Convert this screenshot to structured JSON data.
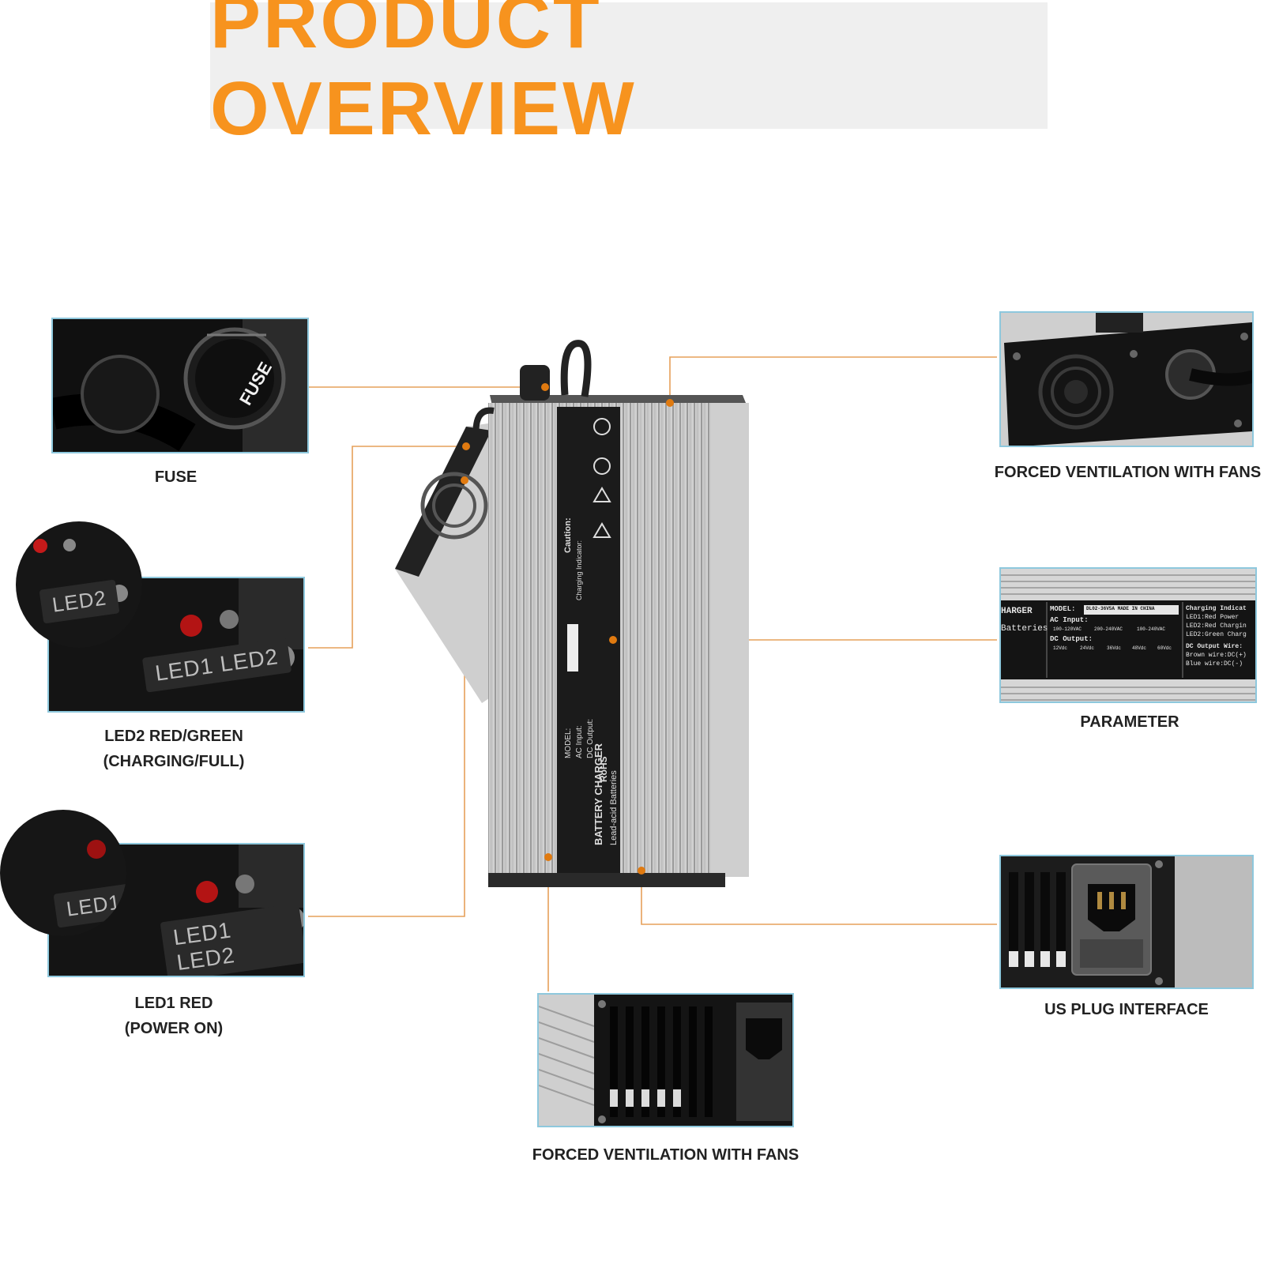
{
  "header": {
    "title": "PRODUCT  OVERVIEW"
  },
  "callouts": {
    "fuse": {
      "caption": "FUSE",
      "icon_text": "FUSE"
    },
    "led2": {
      "caption_line1": "LED2 RED/GREEN",
      "caption_line2": "(CHARGING/FULL)",
      "plate_small": "LED2",
      "plate": "LED1  LED2"
    },
    "led1": {
      "caption_line1": "LED1 RED",
      "caption_line2": "(POWER ON)",
      "plate_small": "LED1",
      "plate": "LED1  LED2"
    },
    "fan_top": {
      "caption": "FORCED VENTILATION WITH FANS"
    },
    "parameter": {
      "caption": "PARAMETER"
    },
    "us_plug": {
      "caption": "US PLUG INTERFACE"
    },
    "fan_bottom": {
      "caption": "FORCED VENTILATION WITH FANS"
    }
  },
  "charger_label": {
    "heading": "BATTERY CHARGER",
    "sub": "Lead-acid Batteries",
    "model": "MODEL:",
    "ac_input": "AC Input:",
    "dc_output": "DC Output:",
    "caution": "Caution:",
    "charging_indicator": "Charging Indicator:",
    "rohs": "RoHS"
  },
  "parameter_card": {
    "charger": "HARGER",
    "batteries": "Batteries",
    "model": "MODEL:",
    "model_value": "DL02-36V5A MADE IN CHINA",
    "ac_input": "AC Input:",
    "ac_opts": [
      "100-120VAC",
      "200-240VAC",
      "100-240VAC"
    ],
    "dc_output": "DC Output:",
    "volts": [
      "12Vdc",
      "24Vdc",
      "36Vdc",
      "48Vdc",
      "60Vdc"
    ],
    "charging_ind": "Charging Indicat",
    "led1": "LED1:Red Power",
    "led2": "LED2:Red Chargin",
    "led2b": "LED2:Green Charg",
    "dc_wire": "DC Output Wire:",
    "brown": "Brown wire:DC(+)",
    "blue": "Blue wire:DC(-)"
  },
  "colors": {
    "accent": "#f7931e",
    "frame": "#8ec8dd",
    "leader": "#e07a10"
  }
}
